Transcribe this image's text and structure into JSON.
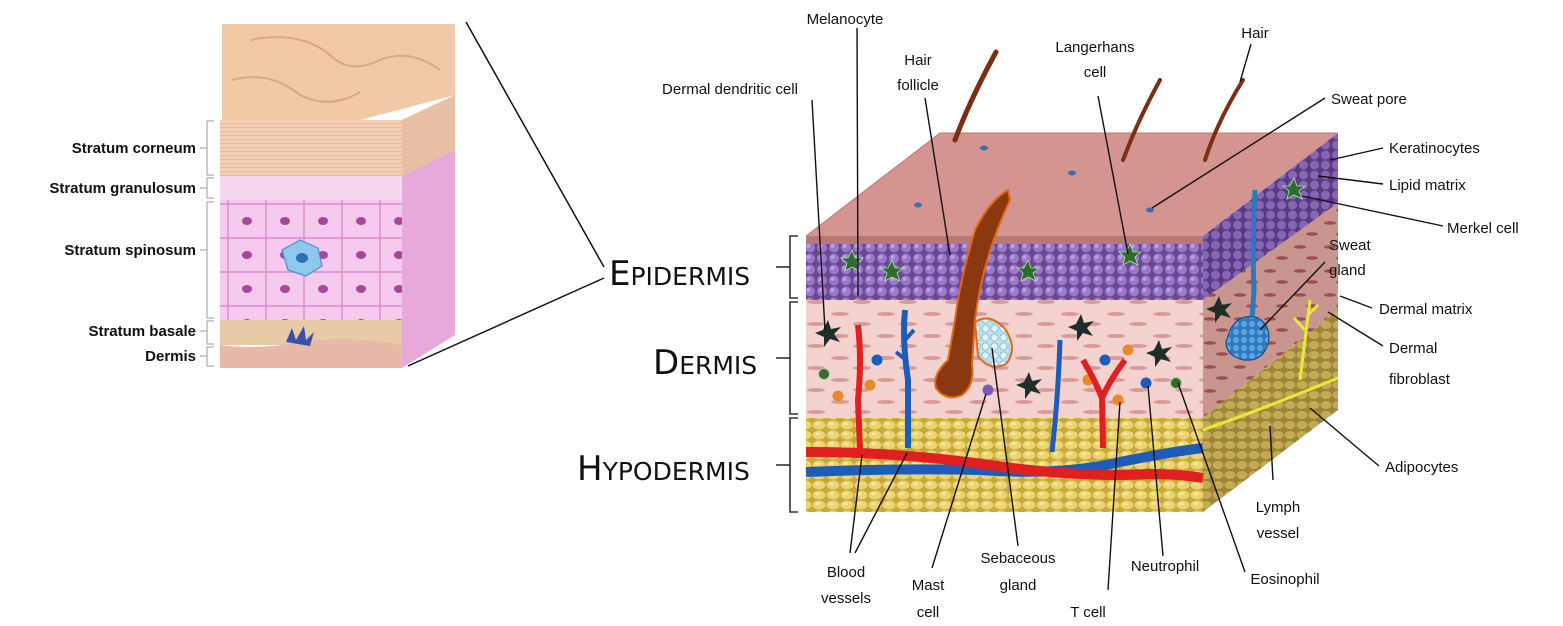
{
  "inset": {
    "labels": {
      "stratum_corneum": "Stratum corneum",
      "stratum_granulosum": "Stratum granulosum",
      "stratum_spinosum": "Stratum spinosum",
      "stratum_basale": "Stratum basale",
      "dermis": "Dermis"
    }
  },
  "layers": {
    "epidermis": {
      "cap": "E",
      "rest": "PIDERMIS"
    },
    "dermis": {
      "cap": "D",
      "rest": "ERMIS"
    },
    "hypodermis": {
      "cap": "H",
      "rest": "YPODERMIS"
    }
  },
  "labels": {
    "melanocyte": "Melanocyte",
    "dermal_dendritic_cell": "Dermal dendritic cell",
    "hair_follicle": [
      "Hair",
      "follicle"
    ],
    "langerhans_cell": [
      "Langerhans",
      "cell"
    ],
    "hair": "Hair",
    "sweat_pore": "Sweat pore",
    "keratinocytes": "Keratinocytes",
    "lipid_matrix": "Lipid matrix",
    "merkel_cell": "Merkel cell",
    "sweat_gland": [
      "Sweat",
      "gland"
    ],
    "dermal_matrix": "Dermal matrix",
    "dermal_fibroblast": [
      "Dermal",
      "fibroblast"
    ],
    "adipocytes": "Adipocytes",
    "lymph_vessel": [
      "Lymph",
      "vessel"
    ],
    "eosinophil": "Eosinophil",
    "neutrophil": "Neutrophil",
    "t_cell": "T cell",
    "sebaceous_gland": [
      "Sebaceous",
      "gland"
    ],
    "mast_cell": [
      "Mast",
      "cell"
    ],
    "blood_vessels": [
      "Blood",
      "vessels"
    ]
  },
  "colors": {
    "skin_surface": "#cf8f8c",
    "epidermis": "#7d5aa8",
    "dermis": "#f3cfcc",
    "hypodermis": "#e3c957",
    "side_dermis": "#c99a93",
    "side_hypodermis": "#b9a25a",
    "artery": "#e02020",
    "vein": "#1d5cb8",
    "hair": "#7a3010",
    "sweat_gland": "#3a86c8",
    "lymph": "#e8e83a",
    "inset_corneum": "#f2ccb0",
    "inset_spinosum": "#f0b6e6",
    "inset_nucleus": "#a8489a"
  }
}
